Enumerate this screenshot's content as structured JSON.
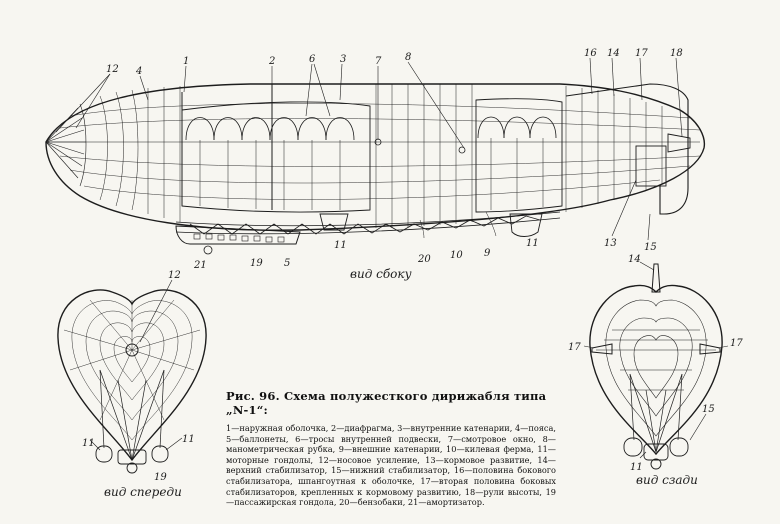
{
  "figure": {
    "caption_title": "Рис. 96. Схема полужесткого дирижабля типа „N-1“:",
    "caption_body": "1—наружная оболочка, 2—диафрагма, 3—внутренние катенарии, 4—пояса, 5—баллонеты, 6—тросы внутренней подвески, 7—смотровое окно, 8—манометрическая рубка, 9—внешние катенарии, 10—килевая ферма, 11—моторные гондолы, 12—носовое усиление, 13—кормовое развитие, 14—верхний стабилизатор, 15—нижний стабилизатор, 16—половина бокового стабилизатора, шпангоутная к оболочке, 17—вторая половина боковых стабилизаторов, крепленных к кормовому развитию, 18—рули высоты, 19—пассажирская гондола, 20—бензобаки, 21—амортизатор."
  },
  "views": {
    "side": "вид сбоку",
    "front": "вид спереди",
    "rear": "вид сзади"
  },
  "side_numbers": {
    "n12": "12",
    "n4": "4",
    "n1": "1",
    "n2": "2",
    "n6": "6",
    "n3": "3",
    "n7": "7",
    "n8": "8",
    "n16": "16",
    "n14": "14",
    "n17": "17",
    "n18": "18",
    "n21": "21",
    "n19": "19",
    "n5": "5",
    "n11": "11",
    "n20": "20",
    "n10": "10",
    "n9": "9",
    "n11b": "11",
    "n13": "13",
    "n15": "15"
  },
  "front_numbers": {
    "n12": "12",
    "n11a": "11",
    "n11b": "11",
    "n19": "19"
  },
  "rear_numbers": {
    "n14": "14",
    "n17a": "17",
    "n17b": "17",
    "n15": "15",
    "n11": "11"
  }
}
